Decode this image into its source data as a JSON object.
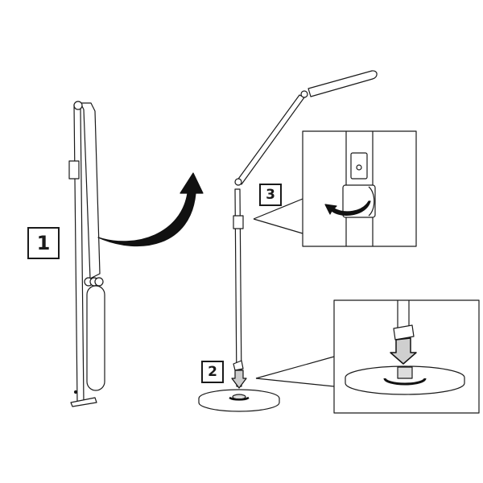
{
  "diagram": {
    "type": "assembly-instructions",
    "subject": "floor lamp",
    "colors": {
      "line": "#1a1a1a",
      "fill": "#ffffff",
      "arrow": "#111111",
      "arrow_light": "#cfcfcf"
    },
    "steps": [
      {
        "label": "1",
        "description": "folded lamp unfolded (curved arrow)"
      },
      {
        "label": "2",
        "description": "pole screwed into base (down arrow + rotation arrows)"
      },
      {
        "label": "3",
        "description": "clip on pole rotated open (curved arrow)"
      }
    ]
  }
}
